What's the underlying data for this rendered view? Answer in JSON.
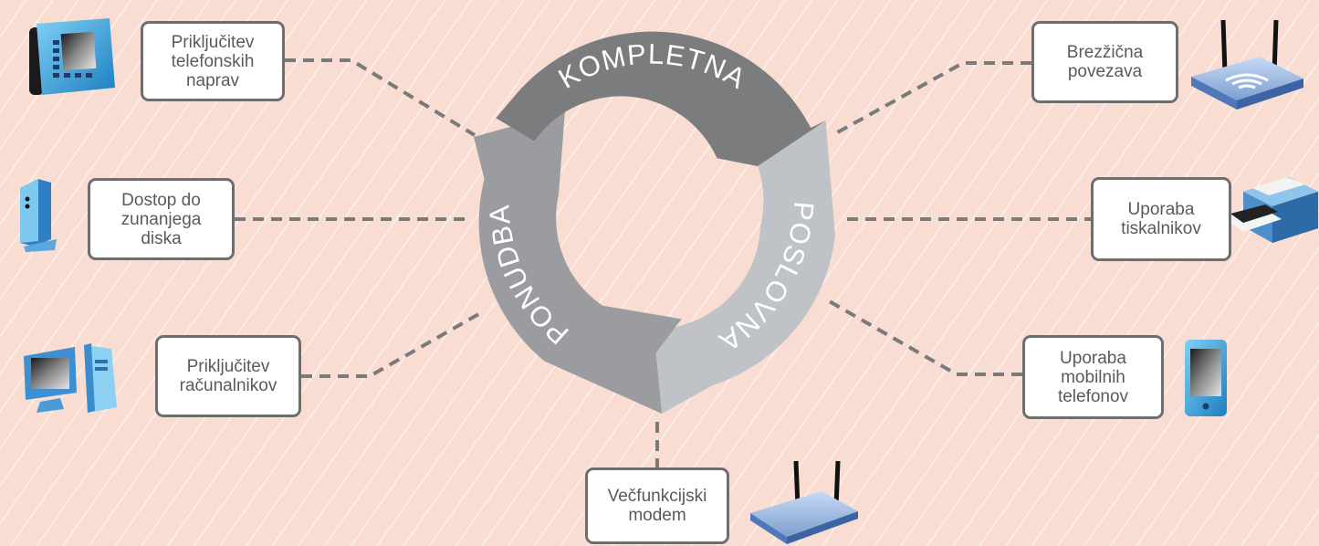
{
  "colors": {
    "background": "#f9ddd2",
    "arrow_top": "#7a7c7e",
    "arrow_right": "#bfc2c6",
    "arrow_left": "#9a9c9f",
    "connector": "#7a7a7a",
    "box_border": "#6e6e6e"
  },
  "cycle": {
    "top_label": "KOMPLETNA",
    "right_label": "POSLOVNA",
    "left_label": "PONUDBA"
  },
  "items": {
    "telephones": {
      "label": "Priključitev\ntelefonskih\nnaprav",
      "icon": "desk-phone-icon"
    },
    "external_disk": {
      "label": "Dostop do\nzunanjega\ndiska",
      "icon": "external-disk-icon"
    },
    "computers": {
      "label": "Priključitev\nračunalnikov",
      "icon": "desktop-computer-icon"
    },
    "modem": {
      "label": "Večfunkcijski\nmodem",
      "icon": "modem-icon"
    },
    "wireless": {
      "label": "Brezžična\npovezava",
      "icon": "wifi-router-icon"
    },
    "printers": {
      "label": "Uporaba\ntiskalnikov",
      "icon": "printer-icon"
    },
    "mobile": {
      "label": "Uporaba\nmobilnih\ntelefonov",
      "icon": "mobile-phone-icon"
    }
  }
}
